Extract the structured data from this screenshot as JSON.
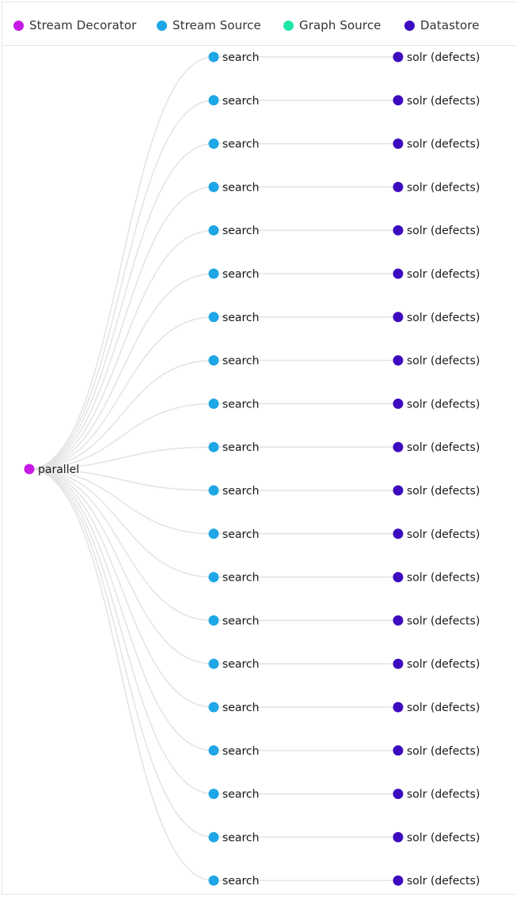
{
  "legend": {
    "items": [
      {
        "label": "Stream Decorator",
        "color": "#c81ae6"
      },
      {
        "label": "Stream Source",
        "color": "#1ea6e6"
      },
      {
        "label": "Graph Source",
        "color": "#1ee6a8"
      },
      {
        "label": "Datastore",
        "color": "#3d0bbf"
      }
    ]
  },
  "tree": {
    "root": {
      "label": "parallel",
      "type": "Stream Decorator",
      "color": "#c81ae6"
    },
    "children": [
      {
        "label": "search",
        "type": "Stream Source",
        "color": "#1ea6e6",
        "child": {
          "label": "solr (defects)",
          "type": "Datastore",
          "color": "#3d0bbf"
        }
      },
      {
        "label": "search",
        "type": "Stream Source",
        "color": "#1ea6e6",
        "child": {
          "label": "solr (defects)",
          "type": "Datastore",
          "color": "#3d0bbf"
        }
      },
      {
        "label": "search",
        "type": "Stream Source",
        "color": "#1ea6e6",
        "child": {
          "label": "solr (defects)",
          "type": "Datastore",
          "color": "#3d0bbf"
        }
      },
      {
        "label": "search",
        "type": "Stream Source",
        "color": "#1ea6e6",
        "child": {
          "label": "solr (defects)",
          "type": "Datastore",
          "color": "#3d0bbf"
        }
      },
      {
        "label": "search",
        "type": "Stream Source",
        "color": "#1ea6e6",
        "child": {
          "label": "solr (defects)",
          "type": "Datastore",
          "color": "#3d0bbf"
        }
      },
      {
        "label": "search",
        "type": "Stream Source",
        "color": "#1ea6e6",
        "child": {
          "label": "solr (defects)",
          "type": "Datastore",
          "color": "#3d0bbf"
        }
      },
      {
        "label": "search",
        "type": "Stream Source",
        "color": "#1ea6e6",
        "child": {
          "label": "solr (defects)",
          "type": "Datastore",
          "color": "#3d0bbf"
        }
      },
      {
        "label": "search",
        "type": "Stream Source",
        "color": "#1ea6e6",
        "child": {
          "label": "solr (defects)",
          "type": "Datastore",
          "color": "#3d0bbf"
        }
      },
      {
        "label": "search",
        "type": "Stream Source",
        "color": "#1ea6e6",
        "child": {
          "label": "solr (defects)",
          "type": "Datastore",
          "color": "#3d0bbf"
        }
      },
      {
        "label": "search",
        "type": "Stream Source",
        "color": "#1ea6e6",
        "child": {
          "label": "solr (defects)",
          "type": "Datastore",
          "color": "#3d0bbf"
        }
      },
      {
        "label": "search",
        "type": "Stream Source",
        "color": "#1ea6e6",
        "child": {
          "label": "solr (defects)",
          "type": "Datastore",
          "color": "#3d0bbf"
        }
      },
      {
        "label": "search",
        "type": "Stream Source",
        "color": "#1ea6e6",
        "child": {
          "label": "solr (defects)",
          "type": "Datastore",
          "color": "#3d0bbf"
        }
      },
      {
        "label": "search",
        "type": "Stream Source",
        "color": "#1ea6e6",
        "child": {
          "label": "solr (defects)",
          "type": "Datastore",
          "color": "#3d0bbf"
        }
      },
      {
        "label": "search",
        "type": "Stream Source",
        "color": "#1ea6e6",
        "child": {
          "label": "solr (defects)",
          "type": "Datastore",
          "color": "#3d0bbf"
        }
      },
      {
        "label": "search",
        "type": "Stream Source",
        "color": "#1ea6e6",
        "child": {
          "label": "solr (defects)",
          "type": "Datastore",
          "color": "#3d0bbf"
        }
      },
      {
        "label": "search",
        "type": "Stream Source",
        "color": "#1ea6e6",
        "child": {
          "label": "solr (defects)",
          "type": "Datastore",
          "color": "#3d0bbf"
        }
      },
      {
        "label": "search",
        "type": "Stream Source",
        "color": "#1ea6e6",
        "child": {
          "label": "solr (defects)",
          "type": "Datastore",
          "color": "#3d0bbf"
        }
      },
      {
        "label": "search",
        "type": "Stream Source",
        "color": "#1ea6e6",
        "child": {
          "label": "solr (defects)",
          "type": "Datastore",
          "color": "#3d0bbf"
        }
      },
      {
        "label": "search",
        "type": "Stream Source",
        "color": "#1ea6e6",
        "child": {
          "label": "solr (defects)",
          "type": "Datastore",
          "color": "#3d0bbf"
        }
      },
      {
        "label": "search",
        "type": "Stream Source",
        "color": "#1ea6e6",
        "child": {
          "label": "solr (defects)",
          "type": "Datastore",
          "color": "#3d0bbf"
        }
      }
    ],
    "link_color": "#e3e3e3"
  }
}
